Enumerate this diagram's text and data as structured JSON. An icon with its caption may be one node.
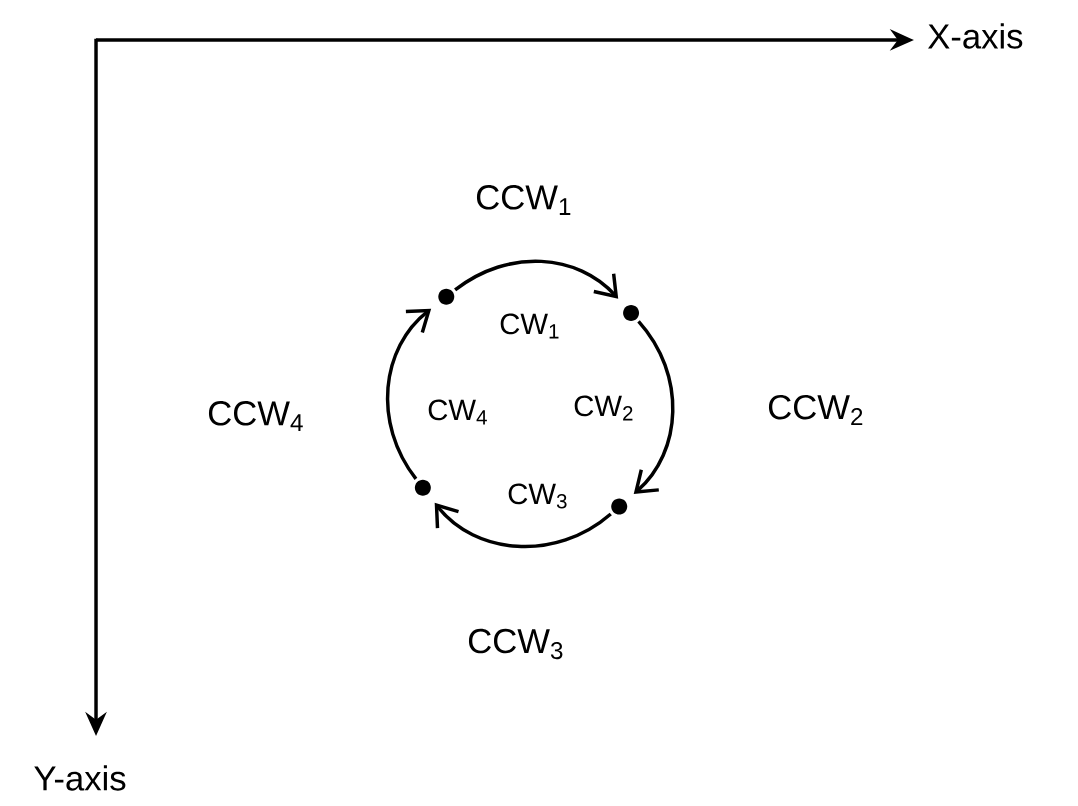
{
  "diagram": {
    "nodes": [
      {
        "text": [],
        "shape": "circle"
      },
      {
        "text": [],
        "shape": "circle"
      },
      {
        "text": [],
        "shape": "circle"
      },
      {
        "text": [],
        "shape": "circle"
      }
    ],
    "edges": [
      {
        "from": 0,
        "to": 1,
        "arrow": "to"
      },
      {
        "from": 1,
        "to": 2,
        "arrow": "to"
      },
      {
        "from": 2,
        "to": 3,
        "arrow": "to"
      },
      {
        "from": 3,
        "to": 0,
        "arrow": "to"
      }
    ],
    "labels": [
      "X-axis",
      "CCW$_{1}$",
      "CW$_{1}$",
      "CCW$_{4}$",
      "CW$_{4}$",
      "CW$_{2}$",
      "CCW$_{2}$",
      "CW$_{3}$",
      "CCW$_{3}$",
      "Y-axis"
    ]
  }
}
